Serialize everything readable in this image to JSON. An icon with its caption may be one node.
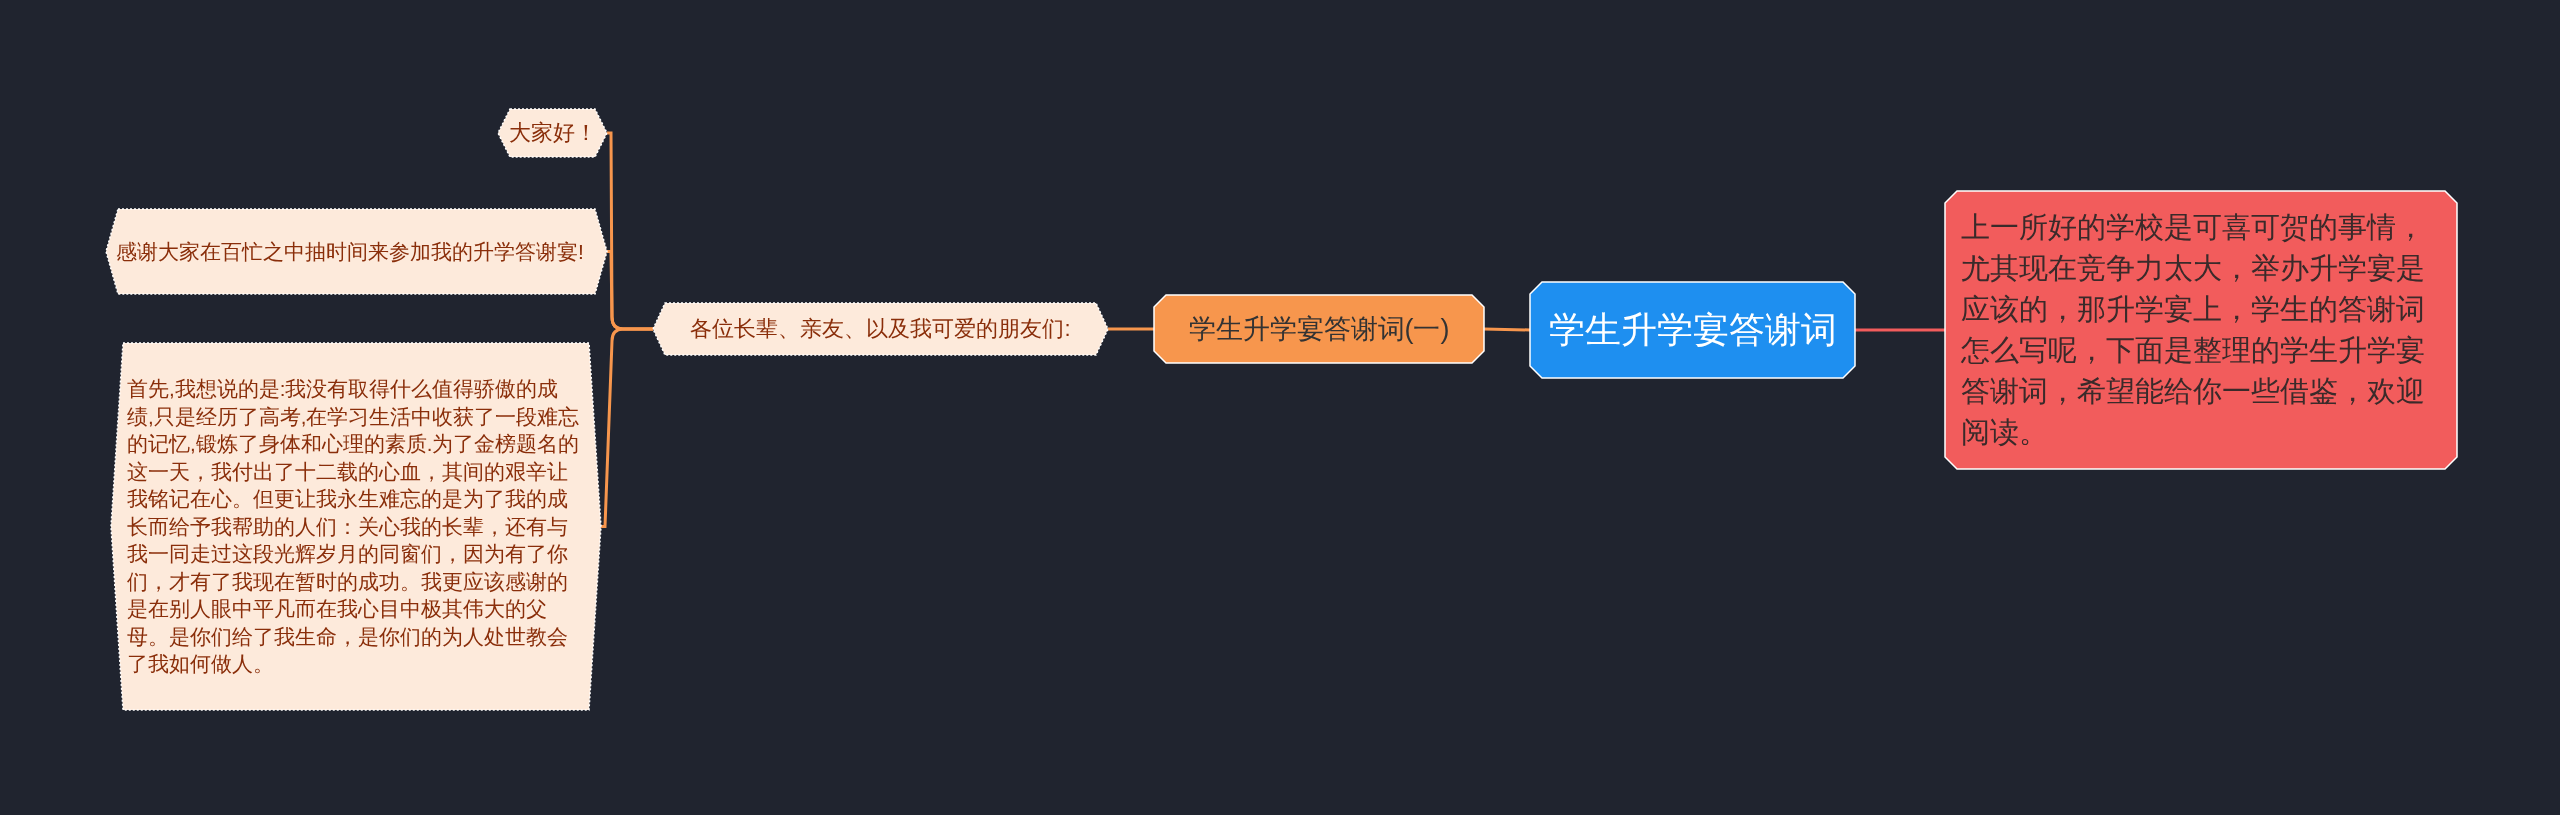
{
  "diagram": {
    "nodes": [
      {
        "text": [
          "学生升学宴答谢词"
        ]
      },
      {
        "text": [
          "上一所好的学校是可喜可贺的事情，尤其现在竞争力太大，举办升学宴是应该的，那升学宴上，学生的答谢词怎么写呢，下面是整理的学生升学宴答谢词，希望能给你一些借鉴，欢迎阅读。"
        ]
      },
      {
        "text": [
          "学生升学宴答谢词(一)"
        ]
      },
      {
        "text": [
          "各位长辈、亲友、以及我可爱的朋友们:"
        ]
      },
      {
        "text": [
          "大家好！"
        ]
      },
      {
        "text": [
          "感谢大家在百忙之中抽时间来参加我的升学答谢宴!"
        ]
      },
      {
        "text": [
          "首先,我想说的是:我没有取得什么值得骄傲的成绩,只是经历了高考,在学习生活中收获了一段难忘的记忆,锻炼了身体和心理的素质.为了金榜题名的这一天，我付出了十二载的心血，其间的艰辛让我铭记在心。但更让我永生难忘的是为了我的成长而给予我帮助的人们：关心我的长辈，还有与我一同走过这段光辉岁月的同窗们，因为有了你们，才有了我现在暂时的成功。我更应该感谢的是在别人眼中平凡而在我心目中极其伟大的父母。是你们给了我生命，是你们的为人处世教会了我如何做人。"
        ]
      }
    ],
    "edges": [
      {
        "from": 0,
        "to": 1,
        "arrow": "none",
        "color": "#f25c5c"
      },
      {
        "from": 0,
        "to": 2,
        "arrow": "none"
      },
      {
        "from": 2,
        "to": 3,
        "arrow": "none"
      },
      {
        "from": 3,
        "to": 4,
        "arrow": "none"
      },
      {
        "from": 3,
        "to": 5,
        "arrow": "none"
      },
      {
        "from": 3,
        "to": 6,
        "arrow": "none"
      }
    ]
  }
}
